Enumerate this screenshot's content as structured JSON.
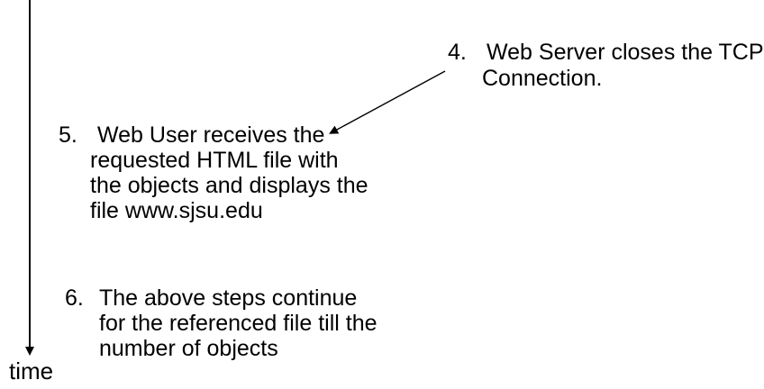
{
  "page": {
    "background": "#ffffff",
    "text_color": "#000000",
    "line_color": "#000000"
  },
  "timeline": {
    "label": "time"
  },
  "steps": [
    {
      "number": "4.",
      "lines": [
        "Web Server closes the TCP",
        "Connection."
      ]
    },
    {
      "number": "5.",
      "lines": [
        "Web User receives the",
        "requested HTML file with",
        "the objects and displays the",
        "file www.sjsu.edu"
      ]
    },
    {
      "number": "6.",
      "lines": [
        "The above steps continue",
        "for the referenced file till the",
        "number of objects"
      ]
    }
  ]
}
